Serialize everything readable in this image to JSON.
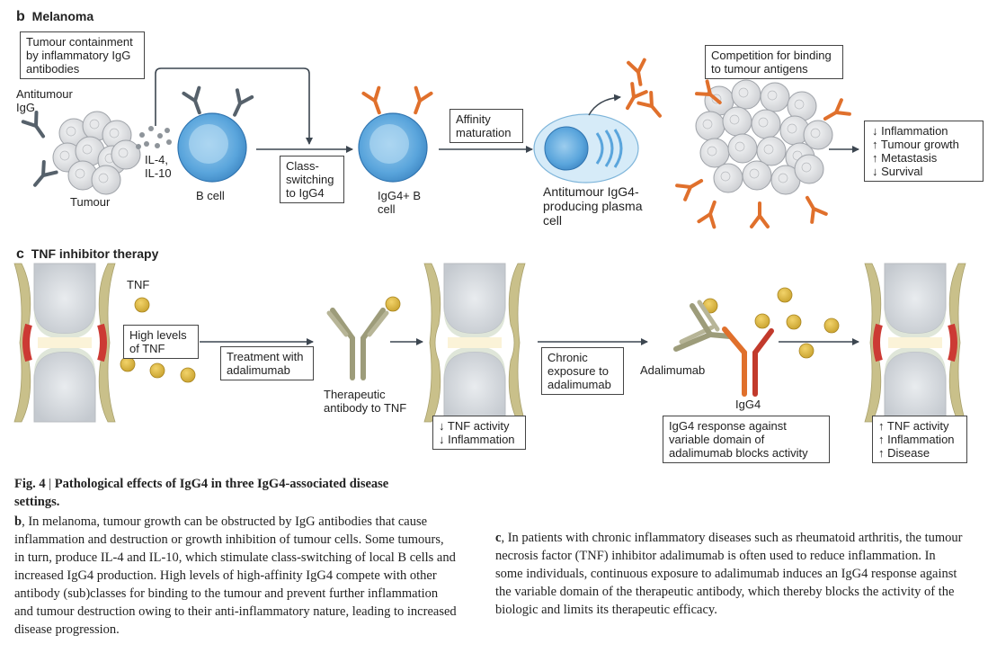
{
  "panel_b": {
    "letter": "b",
    "title": "Melanoma",
    "containment_box": "Tumour containment by inflammatory IgG antibodies",
    "antitumour_igg": "Antitumour IgG",
    "il_label": "IL-4, IL-10",
    "tumour_label": "Tumour",
    "bcell_label": "B cell",
    "class_switch_box": "Class-switching to IgG4",
    "igg4_bcell_label": "IgG4+ B cell",
    "affinity_box": "Affinity maturation",
    "plasma_label": "Antitumour IgG4-producing plasma cell",
    "competition_box": "Competition for binding to tumour antigens",
    "outcomes": [
      "↓ Inflammation",
      "↑ Tumour growth",
      "↑ Metastasis",
      "↓ Survival"
    ]
  },
  "panel_c": {
    "letter": "c",
    "title": "TNF inhibitor therapy",
    "tnf_label": "TNF",
    "high_levels_box": "High levels of TNF",
    "treatment_box": "Treatment with adalimumab",
    "therapeutic_label": "Therapeutic antibody to TNF",
    "mid_effects": [
      "↓ TNF activity",
      "↓ Inflammation"
    ],
    "chronic_box": "Chronic exposure to adalimumab",
    "adalimumab_label": "Adalimumab",
    "igg4_label": "IgG4",
    "igg4_response_box": "IgG4 response against variable domain of adalimumab blocks activity",
    "final_effects": [
      "↑ TNF activity",
      "↑ Inflammation",
      "↑ Disease"
    ]
  },
  "caption": {
    "fig_label": "Fig. 4",
    "title": "Pathological effects of IgG4 in three IgG4-associated disease settings.",
    "b_letter": "b",
    "b_text": ", In melanoma, tumour growth can be obstructed by IgG antibodies that cause inflammation and destruction or growth inhibition of tumour cells. Some tumours, in turn, produce IL-4 and IL-10, which stimulate class-switching of local B cells and increased IgG4 production. High levels of high-affinity IgG4 compete with other antibody (sub)classes for binding to the tumour and prevent further inflammation and tumour destruction owing to their anti-inflammatory nature, leading to increased disease progression.",
    "c_letter": "c",
    "c_text": ", In patients with chronic inflammatory diseases such as rheumatoid arthritis, the tumour necrosis factor (TNF) inhibitor adalimumab is often used to reduce inflammation. In some individuals, continuous exposure to adalimumab induces an IgG4 response against the variable domain of the therapeutic antibody, which thereby blocks the activity of the biologic and limits its therapeutic efficacy."
  },
  "colors": {
    "cell_blue": "#5aa5dc",
    "cell_light": "#d6ebf8",
    "igg_gray": "#56616b",
    "igg4_orange": "#e0702c",
    "igg4_red": "#c23a2c",
    "tnf_yellow": "#d9b23a",
    "antibody_olive": "#9d9c7a",
    "tumour_gray": "#dcdde0",
    "arrow": "#3c4650"
  }
}
